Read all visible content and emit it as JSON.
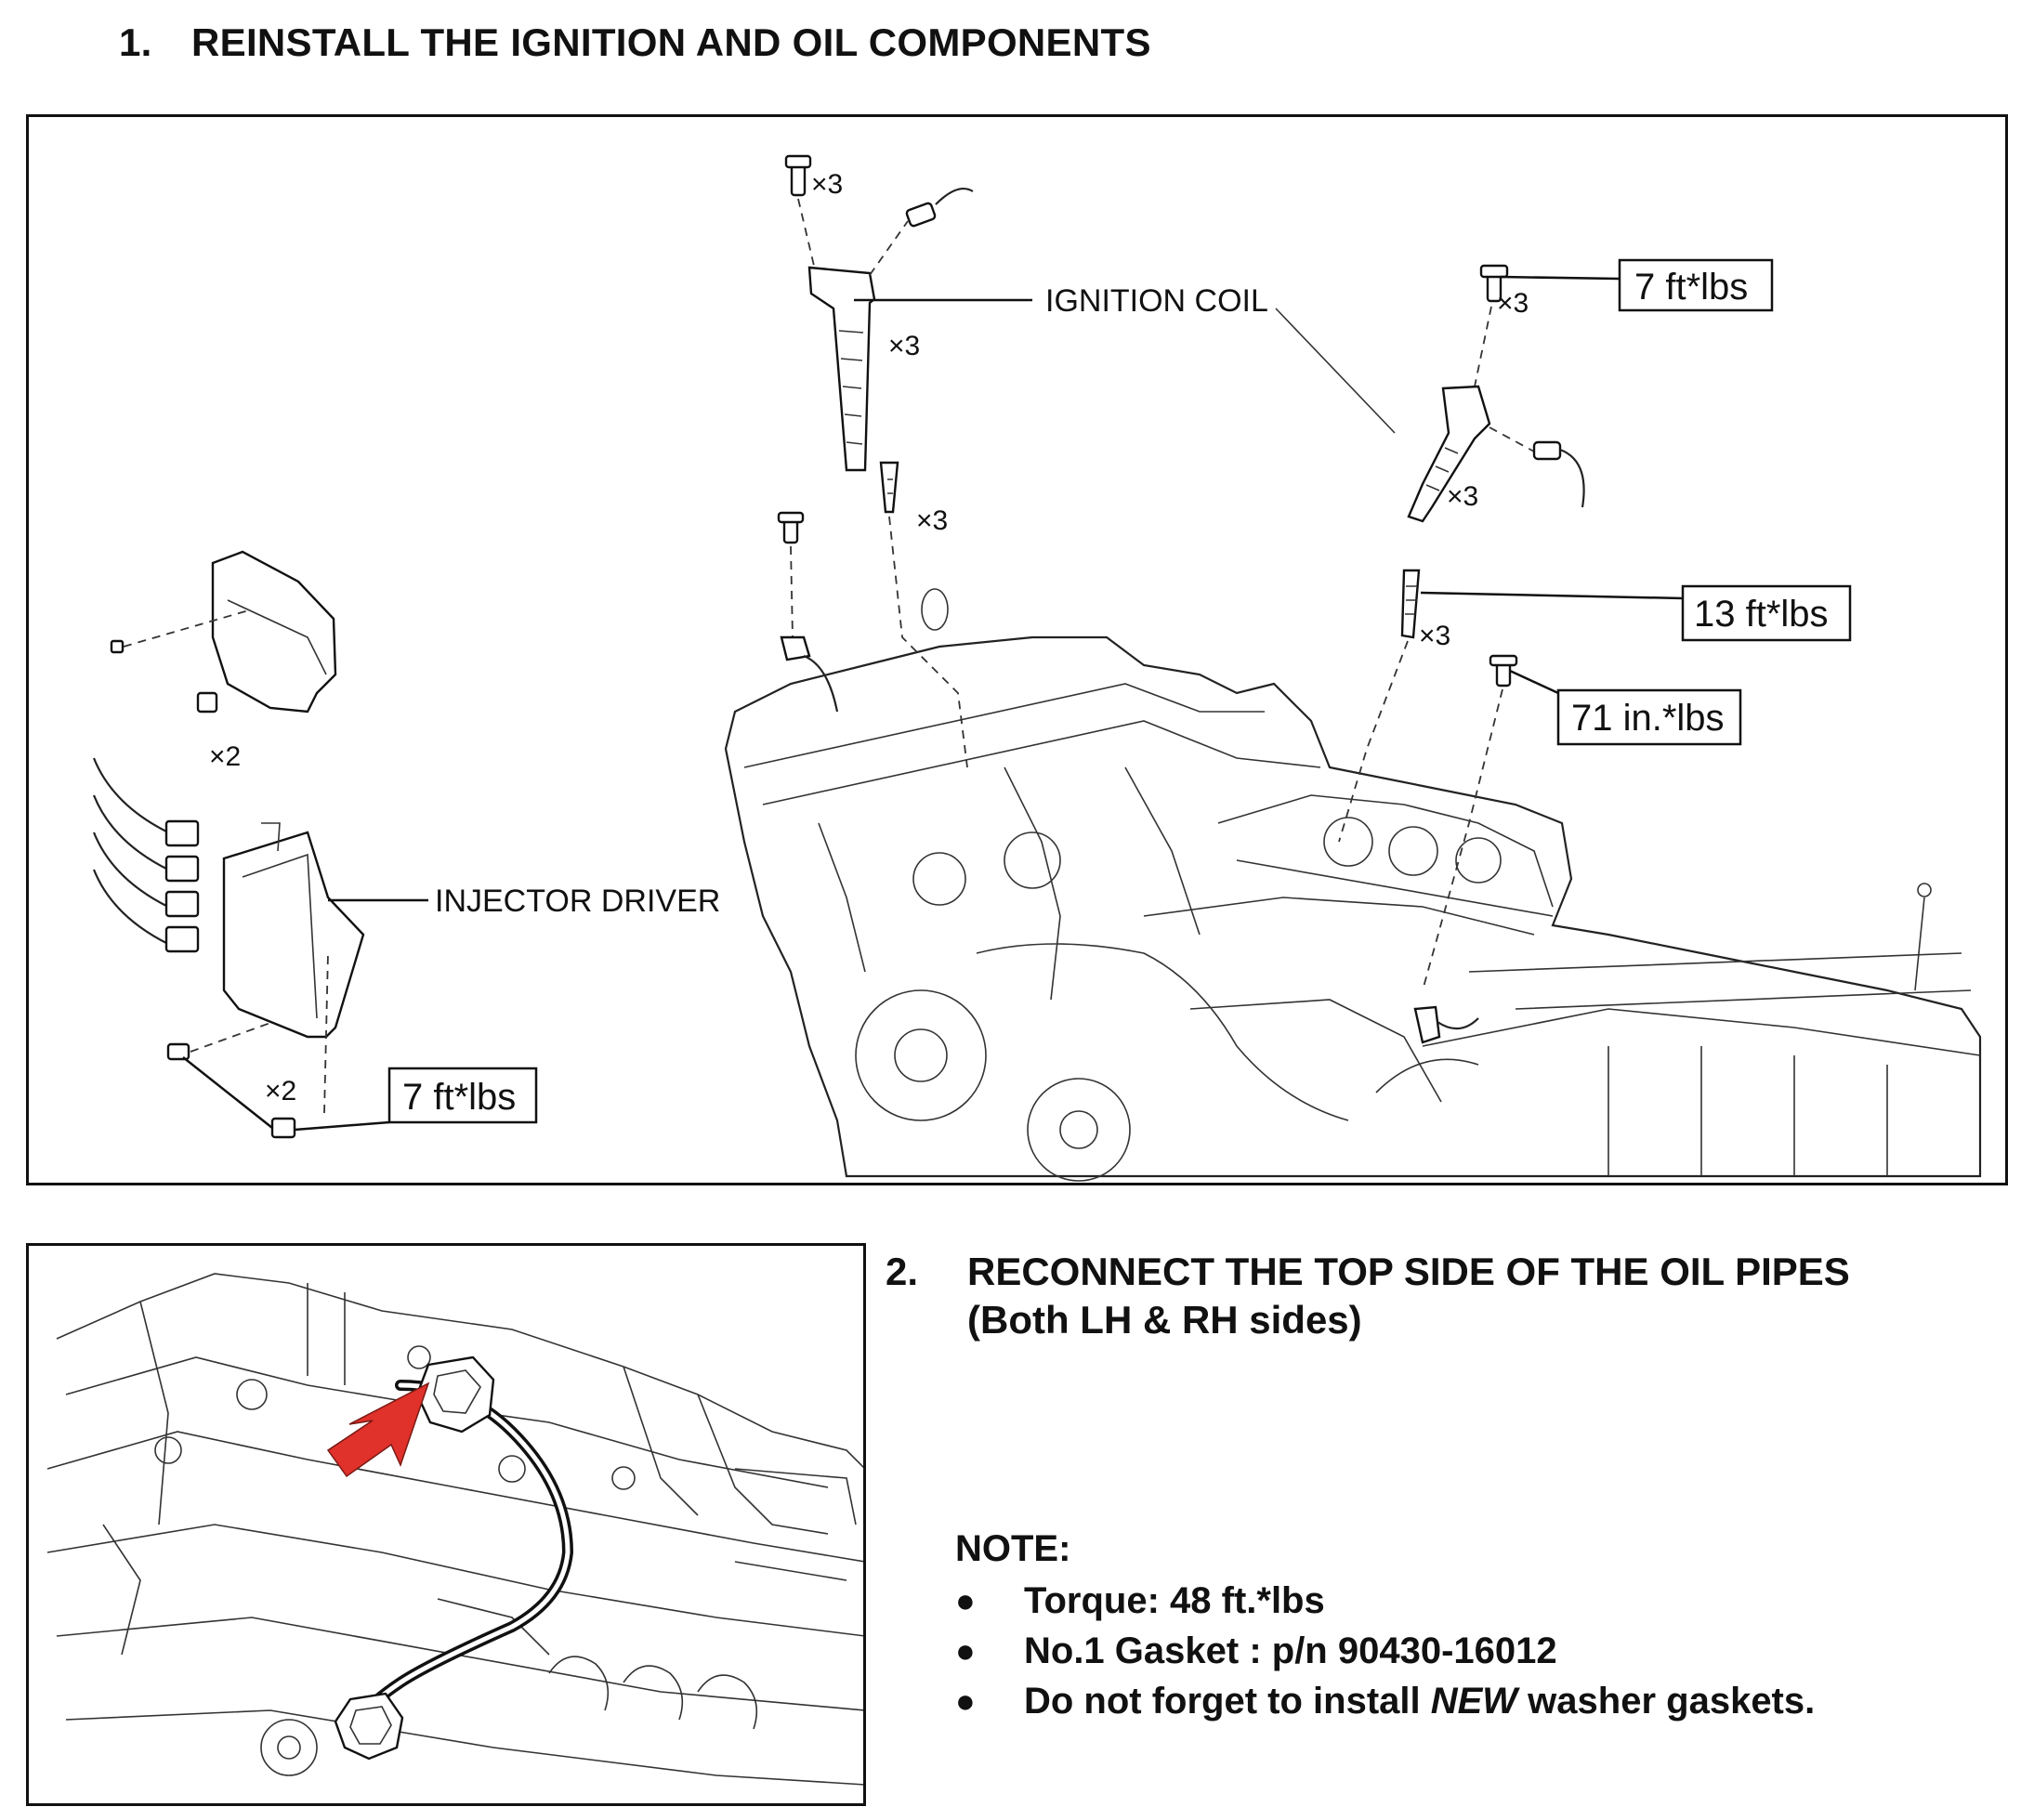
{
  "step1": {
    "number": "1.",
    "title": "REINSTALL THE IGNITION AND OIL COMPONENTS"
  },
  "figure1": {
    "labels": {
      "ignition_coil": "IGNITION COIL",
      "injector_driver": "INJECTOR DRIVER"
    },
    "multipliers": {
      "bolt_top_left": "×3",
      "coil_left": "×3",
      "spark_plug_left": "×3",
      "bolt_top_right": "×3",
      "coil_right": "×3",
      "spark_plug_right": "×3",
      "cover_nut": "×2",
      "driver_bolt": "×2"
    },
    "torque": {
      "coil_bolt": "7 ft*lbs",
      "spark_plug": "13 ft*lbs",
      "bracket_bolt": "71 in.*lbs",
      "driver_bolt": "7 ft*lbs"
    }
  },
  "step2": {
    "number": "2.",
    "title_line1": "RECONNECT THE TOP SIDE OF THE OIL PIPES",
    "title_line2": "(Both LH & RH sides)"
  },
  "note": {
    "heading": "NOTE:",
    "items": [
      {
        "text": "Torque: 48 ft.*lbs"
      },
      {
        "text": "No.1 Gasket : p/n 90430-16012"
      },
      {
        "pre": "Do not forget to install ",
        "em": "NEW",
        "post": " washer gaskets."
      }
    ]
  },
  "colors": {
    "arrow": "#e0312b",
    "line": "#111111"
  }
}
